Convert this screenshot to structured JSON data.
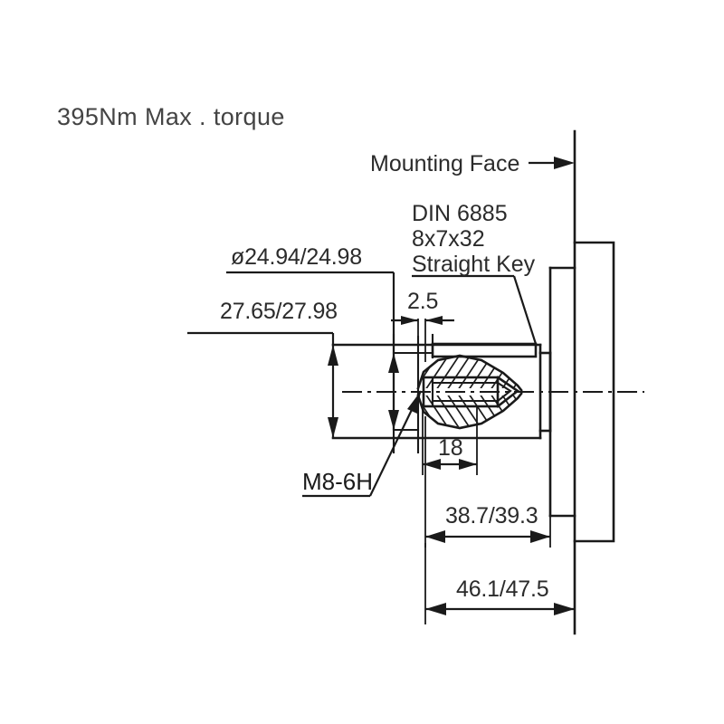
{
  "drawing": {
    "title_note": "395Nm Max . torque",
    "annotations": {
      "mounting_face": "Mounting Face",
      "key_standard": "DIN 6885",
      "key_size": "8x7x32",
      "key_type": "Straight Key",
      "thread_callout": "M8-6H"
    },
    "dimensions": {
      "shaft_diameter": "ø24.94/24.98",
      "shaft_across_flats": "27.65/27.98",
      "key_offset": "2.5",
      "thread_depth": "18",
      "shaft_length_inner": "38.7/39.3",
      "shaft_length_total": "46.1/47.5"
    },
    "colors": {
      "line": "#1a1a1a",
      "text": "#2b2b2b",
      "title_text": "#444444",
      "background": "#ffffff"
    }
  }
}
